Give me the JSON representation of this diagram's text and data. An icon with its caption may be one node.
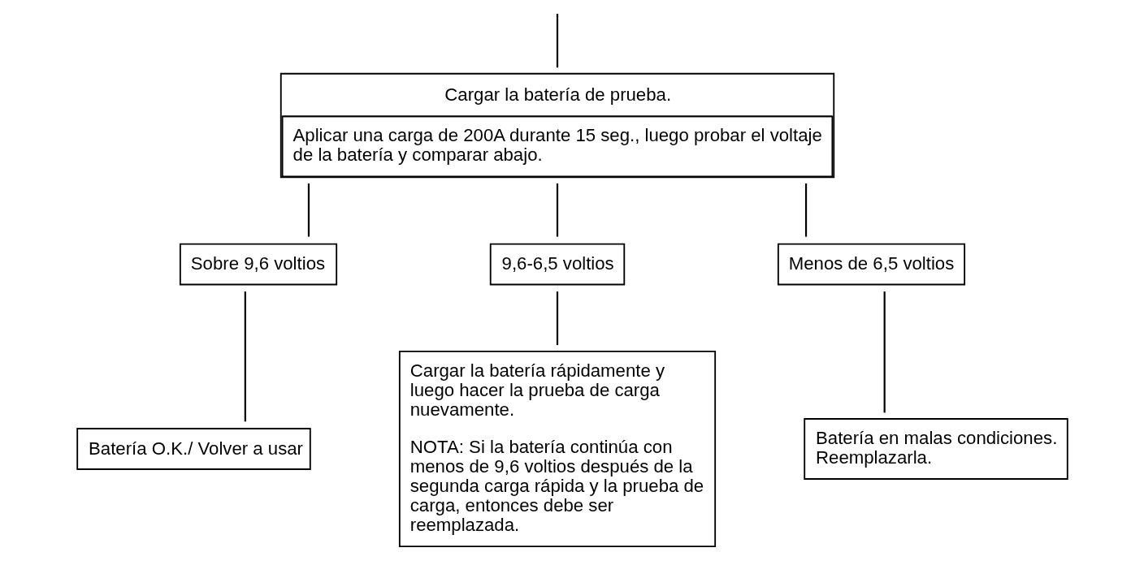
{
  "diagram": {
    "nodes": [
      {
        "text": [
          "Cargar la batería de prueba.",
          "Aplicar una carga de 200A durante 15 seg., luego probar el voltaje de la batería y comparar abajo."
        ]
      },
      {
        "text": [
          "Sobre 9,6 voltios"
        ]
      },
      {
        "text": [
          "9,6-6,5 voltios"
        ]
      },
      {
        "text": [
          "Menos de 6,5 voltios"
        ]
      },
      {
        "text": [
          "Batería O.K./ Volver a usar"
        ]
      },
      {
        "text": [
          "Cargar la batería rápidamente y luego hacer la prueba de carga nuevamente.",
          "NOTA: Si la batería continúa con menos de 9,6 voltios después de la segunda carga rápida y la prueba de carga, entonces debe ser reemplazada."
        ]
      },
      {
        "text": [
          "Batería en malas condiciones. Reemplazarla."
        ]
      }
    ],
    "edges": [
      {
        "from": null,
        "to": 0,
        "arrow": "none"
      },
      {
        "from": 0,
        "to": 1,
        "arrow": "none"
      },
      {
        "from": 0,
        "to": 2,
        "arrow": "none"
      },
      {
        "from": 0,
        "to": 3,
        "arrow": "none"
      },
      {
        "from": 1,
        "to": 4,
        "arrow": "none"
      },
      {
        "from": 2,
        "to": 5,
        "arrow": "none"
      },
      {
        "from": 3,
        "to": 6,
        "arrow": "none"
      }
    ]
  }
}
